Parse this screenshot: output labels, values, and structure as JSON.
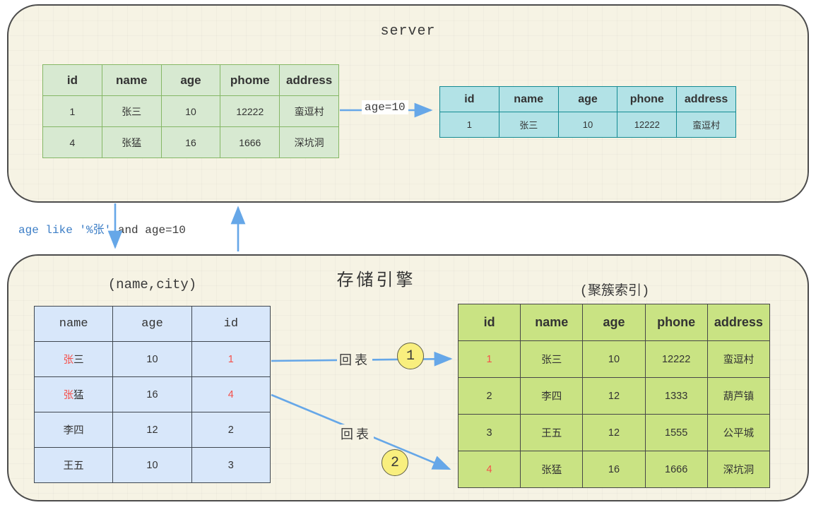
{
  "colors": {
    "canvas_bg": "#ffffff",
    "box_fill": "#f6f3e4",
    "box_border": "#4c4c4c",
    "arrow_blue": "#66a7e8",
    "sql_blue": "#3b7dc6",
    "text_dark": "#333333",
    "red_highlight": "#f5504a",
    "green_table_fill": "#d7e9d1",
    "green_table_border": "#85b766",
    "teal_table_fill": "#b2e2e6",
    "teal_table_border": "#148a92",
    "blue_table_fill": "#d8e7fa",
    "blue_table_border": "#3f4750",
    "lime_table_fill": "#c9e383",
    "lime_table_border": "#474747",
    "circle_fill": "#f9ef7e",
    "circle_border": "#5f5f46"
  },
  "server_box": {
    "title": "server",
    "arrow_label": "age=10",
    "result_table": {
      "headers": [
        "id",
        "name",
        "age",
        "phome",
        "address"
      ],
      "rows": [
        [
          [
            {
              "t": "1"
            }
          ],
          [
            {
              "t": "张三"
            }
          ],
          [
            {
              "t": "10"
            }
          ],
          [
            {
              "t": "12222"
            }
          ],
          [
            {
              "t": "蛮逗村"
            }
          ]
        ],
        [
          [
            {
              "t": "4"
            }
          ],
          [
            {
              "t": "张猛"
            }
          ],
          [
            {
              "t": "16"
            }
          ],
          [
            {
              "t": "1666"
            }
          ],
          [
            {
              "t": "深坑洞"
            }
          ]
        ]
      ]
    },
    "filtered_table": {
      "headers": [
        "id",
        "name",
        "age",
        "phone",
        "address"
      ],
      "rows": [
        [
          [
            {
              "t": "1"
            }
          ],
          [
            {
              "t": "张三"
            }
          ],
          [
            {
              "t": "10"
            }
          ],
          [
            {
              "t": "12222"
            }
          ],
          [
            {
              "t": "蛮逗村"
            }
          ]
        ]
      ]
    }
  },
  "query_label": {
    "blue_part": "age like '%张'",
    "dark_part": " and age=10"
  },
  "engine_box": {
    "title": "存储引擎",
    "secondary_index": {
      "caption": "(name,city)",
      "headers": [
        "name",
        "age",
        "id"
      ],
      "rows": [
        [
          [
            {
              "t": "张",
              "c": "red"
            },
            {
              "t": "三"
            }
          ],
          [
            {
              "t": "10"
            }
          ],
          [
            {
              "t": "1",
              "c": "red"
            }
          ]
        ],
        [
          [
            {
              "t": "张",
              "c": "red"
            },
            {
              "t": "猛"
            }
          ],
          [
            {
              "t": "16"
            }
          ],
          [
            {
              "t": "4",
              "c": "red"
            }
          ]
        ],
        [
          [
            {
              "t": "李四"
            }
          ],
          [
            {
              "t": "12"
            }
          ],
          [
            {
              "t": "2"
            }
          ]
        ],
        [
          [
            {
              "t": "王五"
            }
          ],
          [
            {
              "t": "10"
            }
          ],
          [
            {
              "t": "3"
            }
          ]
        ]
      ]
    },
    "clustered_index": {
      "caption": "(聚簇索引)",
      "headers": [
        "id",
        "name",
        "age",
        "phone",
        "address"
      ],
      "rows": [
        [
          [
            {
              "t": "1",
              "c": "red"
            }
          ],
          [
            {
              "t": "张三"
            }
          ],
          [
            {
              "t": "10"
            }
          ],
          [
            {
              "t": "12222"
            }
          ],
          [
            {
              "t": "蛮逗村"
            }
          ]
        ],
        [
          [
            {
              "t": "2"
            }
          ],
          [
            {
              "t": "李四"
            }
          ],
          [
            {
              "t": "12"
            }
          ],
          [
            {
              "t": "1333"
            }
          ],
          [
            {
              "t": "葫芦镇"
            }
          ]
        ],
        [
          [
            {
              "t": "3"
            }
          ],
          [
            {
              "t": "王五"
            }
          ],
          [
            {
              "t": "12"
            }
          ],
          [
            {
              "t": "1555"
            }
          ],
          [
            {
              "t": "公平城"
            }
          ]
        ],
        [
          [
            {
              "t": "4",
              "c": "red"
            }
          ],
          [
            {
              "t": "张猛"
            }
          ],
          [
            {
              "t": "16"
            }
          ],
          [
            {
              "t": "1666"
            }
          ],
          [
            {
              "t": "深坑洞"
            }
          ]
        ]
      ]
    },
    "back_arrow_1_label": "回表",
    "back_arrow_2_label": "回表",
    "step_1": "1",
    "step_2": "2"
  }
}
